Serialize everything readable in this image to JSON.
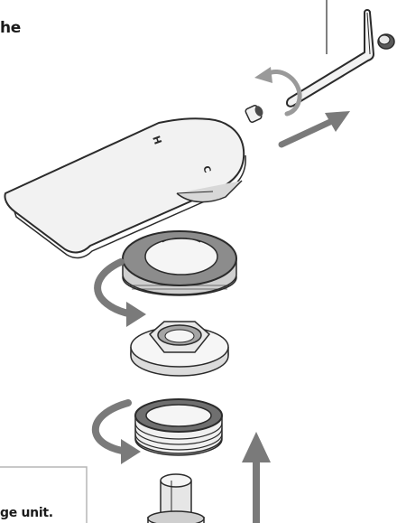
{
  "text": {
    "top_fragment": "he",
    "bottom_fragment": "ge unit.",
    "handle_hot_mark": "H",
    "handle_cold_mark": "C"
  },
  "colors": {
    "line": "#2b2b2b",
    "part_fill": "#f2f2f2",
    "shade": "#c9c9c9",
    "dark_part": "#6f6f6f",
    "arrow": "#7a7a7a",
    "callout_border": "#b5b5b5"
  }
}
